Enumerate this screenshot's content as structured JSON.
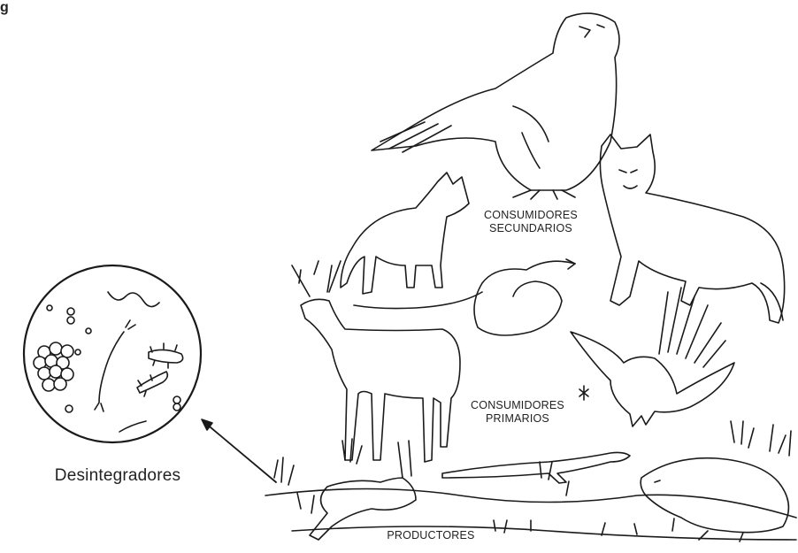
{
  "corner_mark": "g",
  "labels": {
    "decomposers": "Desintegradores",
    "secondary_1": "CONSUMIDORES",
    "secondary_2": "SECUNDARIOS",
    "primary_1": "CONSUMIDORES",
    "primary_2": "PRIMARIOS",
    "producers": "PRODUCTORES"
  },
  "organisms": [
    "eagle",
    "wolf",
    "fox",
    "snake",
    "deer",
    "bird",
    "rabbit",
    "lizard",
    "mole",
    "microbes"
  ],
  "colors": {
    "ink": "#1a1a1a",
    "background": "#ffffff"
  }
}
